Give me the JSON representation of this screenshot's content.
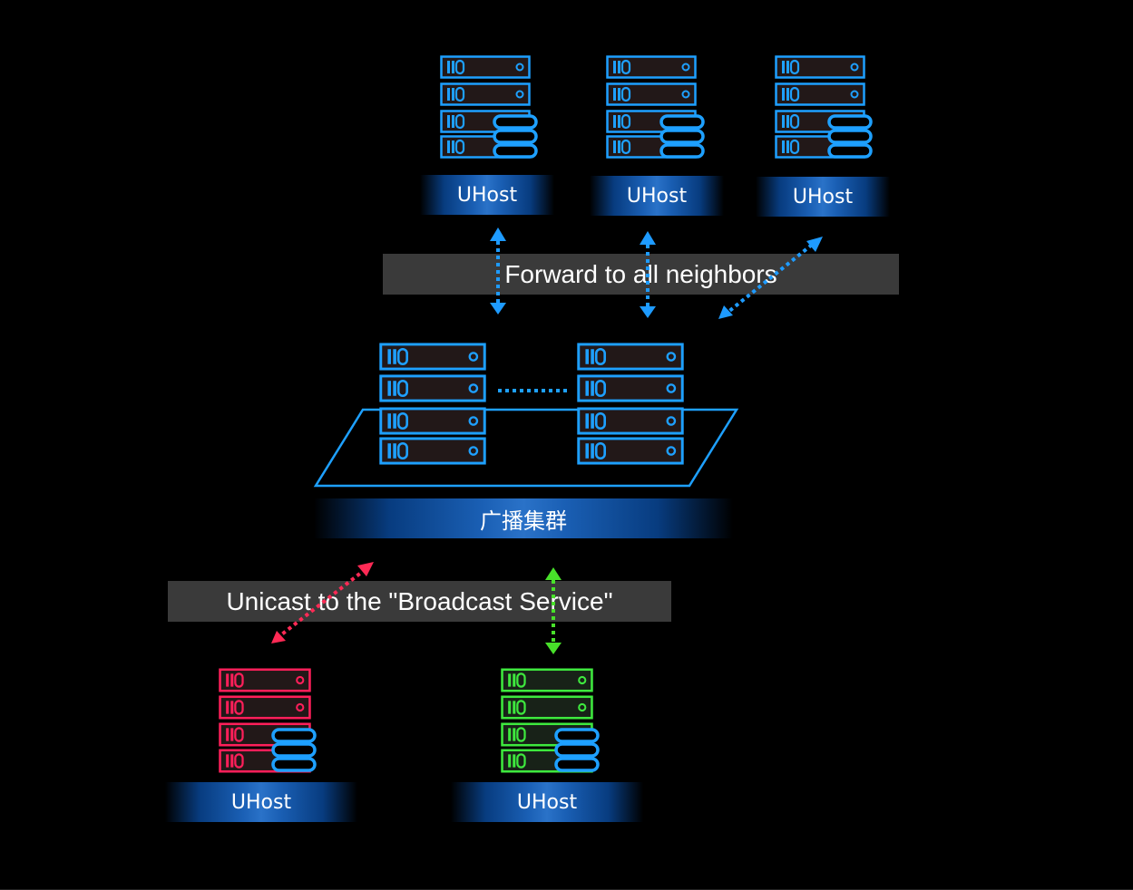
{
  "labels": {
    "top_left": "UHost",
    "top_middle": "UHost",
    "top_right": "UHost",
    "cluster": "广播集群",
    "bottom_left": "UHost",
    "bottom_right": "UHost"
  },
  "bands": {
    "forward": "Forward to all neighbors",
    "unicast": "Unicast to the \"Broadcast Service\""
  },
  "colors": {
    "background": "#000000",
    "server_blue": "#1ea0ff",
    "server_red": "#ff1f5a",
    "server_green": "#3ee83e",
    "arrow_blue": "#1e9bff",
    "arrow_red": "#ff2a55",
    "arrow_green": "#48e02a",
    "band_gray": "#3a3a3a"
  },
  "icons": [
    "server-rack-icon",
    "database-icon",
    "bidirectional-arrow-icon"
  ]
}
